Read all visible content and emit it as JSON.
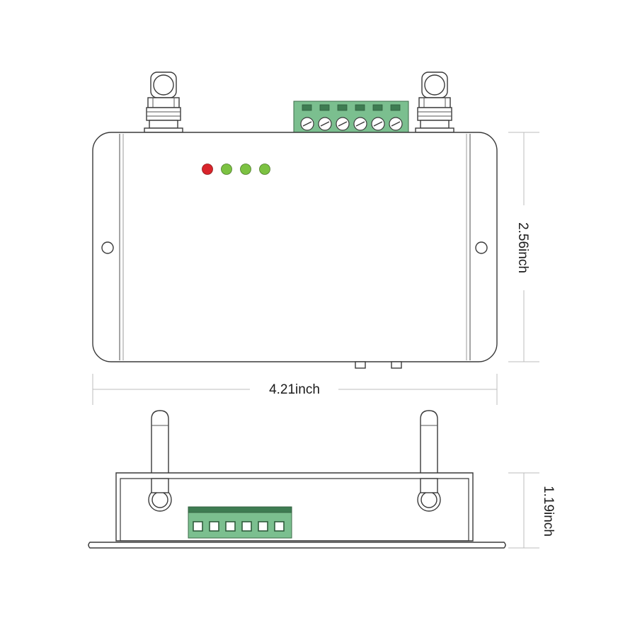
{
  "dimensions": {
    "width_label": "4.21inch",
    "height_label": "2.56inch",
    "depth_label": "1.19inch"
  },
  "leds": [
    {
      "color": "#d9242b",
      "status": "red"
    },
    {
      "color": "#7cc242",
      "status": "green"
    },
    {
      "color": "#7cc242",
      "status": "green"
    },
    {
      "color": "#7cc242",
      "status": "green"
    }
  ],
  "colors": {
    "terminal_block": "#7bbf8f",
    "terminal_slot": "#3e7c52",
    "outline": "#3a3a3a"
  },
  "terminal_block": {
    "top_positions": 6,
    "side_positions": 6
  },
  "icons": [
    "antenna-connector-icon",
    "terminal-screw-icon",
    "mounting-hole-icon",
    "led-indicator-icon"
  ]
}
